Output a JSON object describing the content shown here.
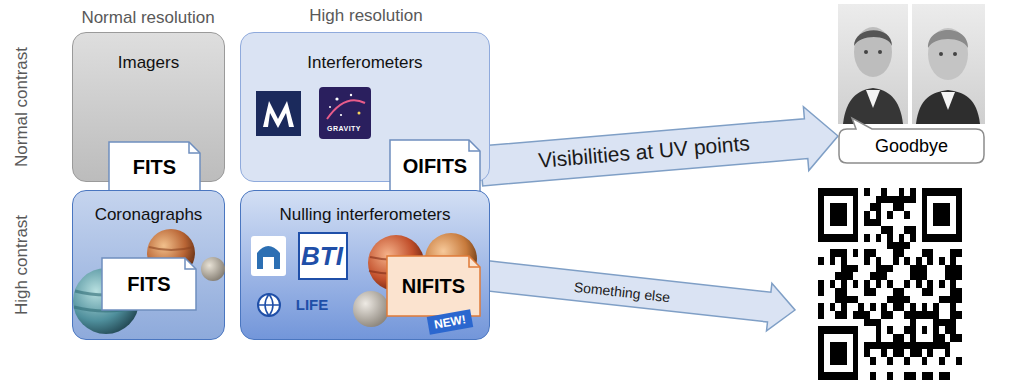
{
  "diagram": {
    "nodes": [
      {
        "text": [
          "Imagers"
        ]
      },
      {
        "text": [
          "FITS"
        ],
        "in": 0
      },
      {
        "text": [
          "Interferometers"
        ]
      },
      {
        "text": [
          "OIFITS"
        ],
        "in": 2
      },
      {
        "text": [
          "Coronagraphs"
        ]
      },
      {
        "text": [
          "FITS"
        ],
        "in": 4
      },
      {
        "text": [
          "Nulling interferometers"
        ]
      },
      {
        "text": [
          "NIFITS"
        ],
        "in": 6
      },
      {
        "text": [
          "Goodbye"
        ]
      }
    ],
    "edges": [
      {
        "from": 3,
        "to": 8,
        "arrow": "to",
        "label": "Visibilities at UV points"
      }
    ],
    "labels": [
      "Normal resolution",
      "High resolution",
      "Normal contrast",
      "High contrast",
      "GRAVITY",
      "BTI",
      "LIFE",
      "NEW!",
      "Something else"
    ]
  }
}
